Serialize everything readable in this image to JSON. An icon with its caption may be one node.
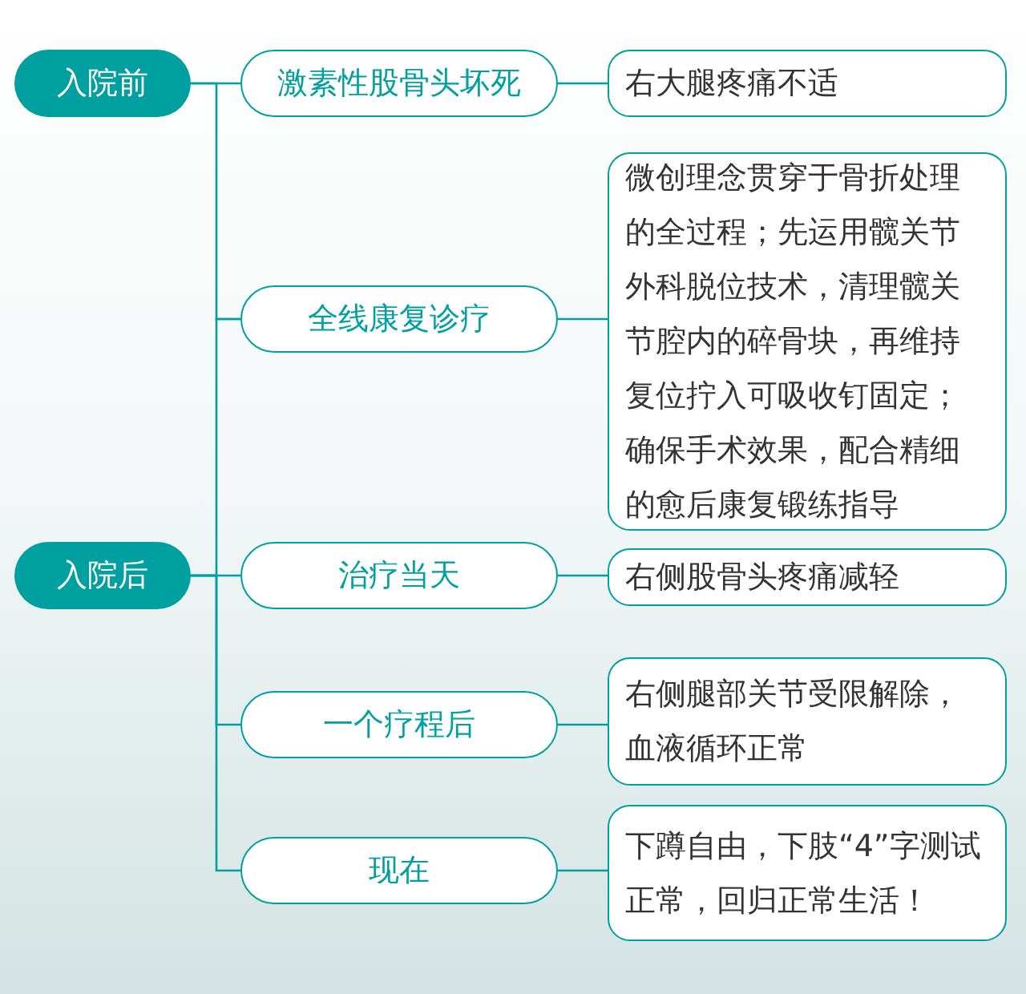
{
  "diagram": {
    "nodes": [
      {
        "text": [
          "入院前"
        ]
      },
      {
        "text": [
          "激素性股骨头坏死"
        ]
      },
      {
        "text": [
          "右大腿疼痛不适"
        ]
      },
      {
        "text": [
          "全线康复诊疗"
        ]
      },
      {
        "text": [
          "微创理念贯穿于骨折处理的全过程；先运用髋关节外科脱位技术，清理髋关节腔内的碎骨块，再维持复位拧入可吸收钉固定；确保手术效果，配合精细的愈后康复锻练指导"
        ]
      },
      {
        "text": [
          "入院后"
        ]
      },
      {
        "text": [
          "治疗当天"
        ]
      },
      {
        "text": [
          "右侧股骨头疼痛减轻"
        ]
      },
      {
        "text": [
          "一个疗程后"
        ]
      },
      {
        "text": [
          "右侧腿部关节受限解除，血液循环正常"
        ]
      },
      {
        "text": [
          "现在"
        ]
      },
      {
        "text": [
          "下蹲自由，下肢“4”字测试正常，回归正常生活！"
        ]
      }
    ],
    "edges": [
      {
        "from": 0,
        "to": 1,
        "arrow": "none"
      },
      {
        "from": 1,
        "to": 2,
        "arrow": "none"
      },
      {
        "from": 0,
        "to": 3,
        "arrow": "none"
      },
      {
        "from": 5,
        "to": 3,
        "arrow": "none"
      },
      {
        "from": 3,
        "to": 4,
        "arrow": "none"
      },
      {
        "from": 5,
        "to": 6,
        "arrow": "none"
      },
      {
        "from": 6,
        "to": 7,
        "arrow": "none"
      },
      {
        "from": 5,
        "to": 8,
        "arrow": "none"
      },
      {
        "from": 8,
        "to": 9,
        "arrow": "none"
      },
      {
        "from": 5,
        "to": 10,
        "arrow": "none"
      },
      {
        "from": 10,
        "to": 11,
        "arrow": "none"
      }
    ]
  }
}
